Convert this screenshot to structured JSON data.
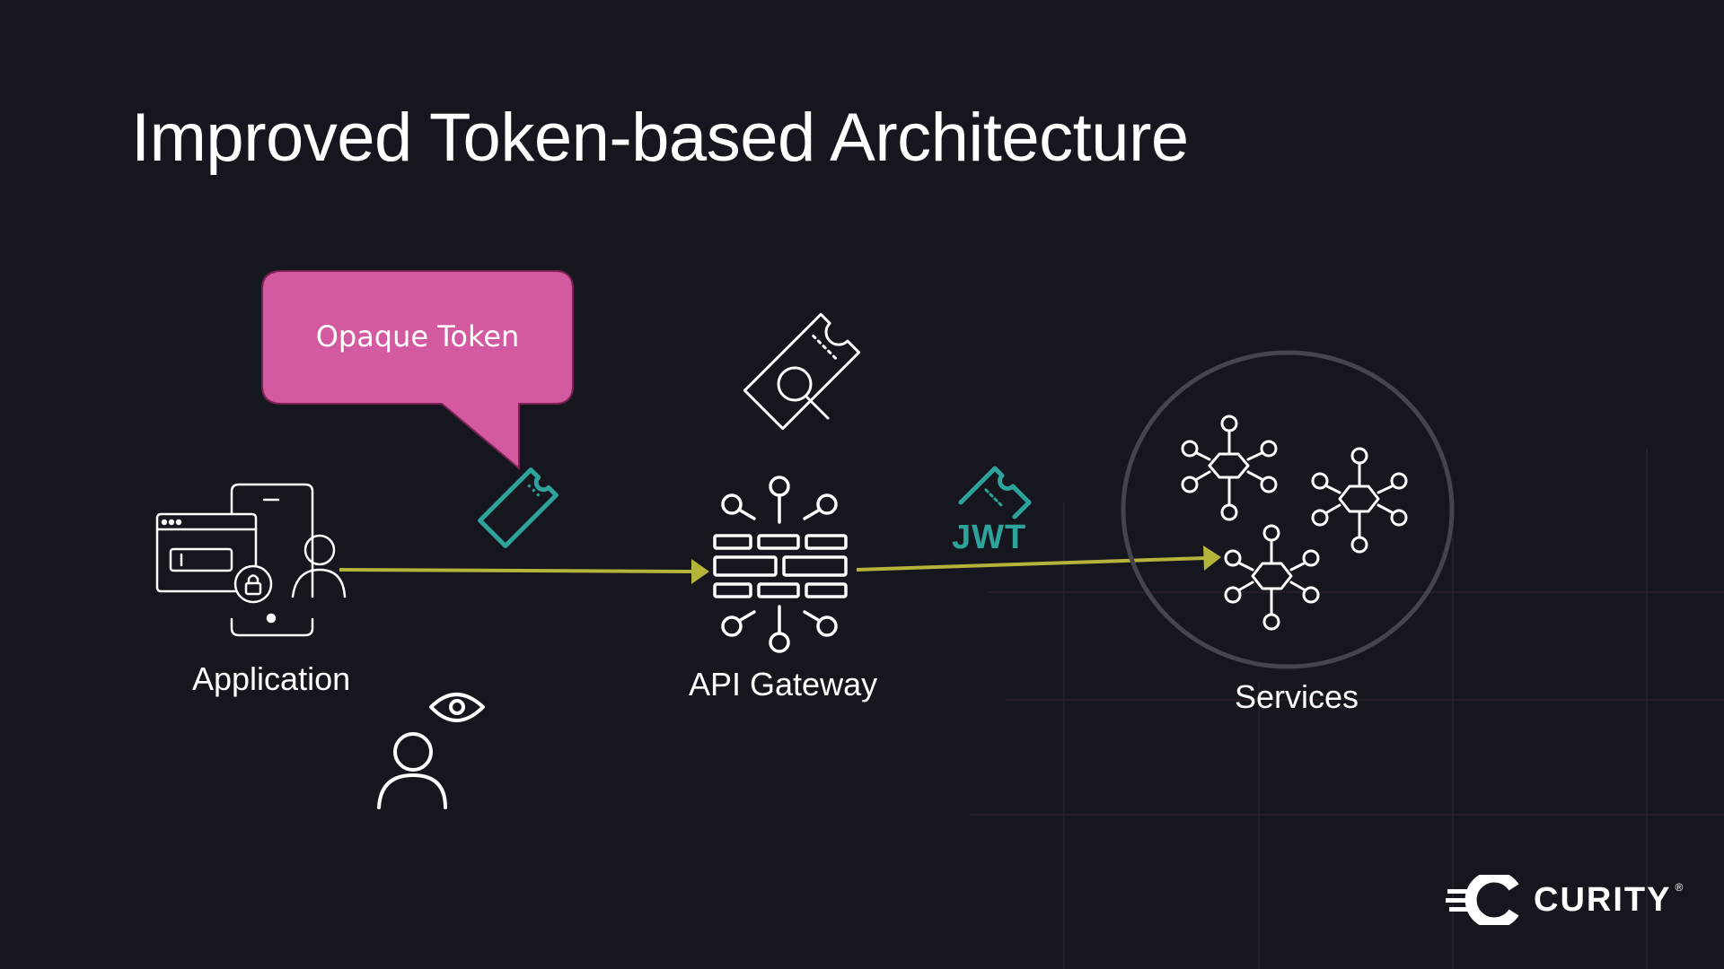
{
  "slide": {
    "title": "Improved Token-based Architecture"
  },
  "callout": {
    "text": "Opaque Token",
    "color": "#d35aa0"
  },
  "nodes": {
    "application": "Application",
    "api_gateway": "API Gateway",
    "services": "Services"
  },
  "jwt_label": "JWT",
  "brand": {
    "name": "CURITY",
    "registered": "®"
  },
  "colors": {
    "background": "#16161f",
    "arrow": "#b4b33a",
    "teal": "#2ea39b",
    "icon_stroke": "#ffffff",
    "services_circle": "#46454f"
  },
  "icons": [
    "app-device-icon",
    "user-icon",
    "ticket-icon",
    "token-inspect-icon",
    "gateway-firewall-icon",
    "jwt-ticket-icon",
    "microservice-icon",
    "observer-user-icon",
    "eye-icon",
    "curity-logo-icon"
  ]
}
